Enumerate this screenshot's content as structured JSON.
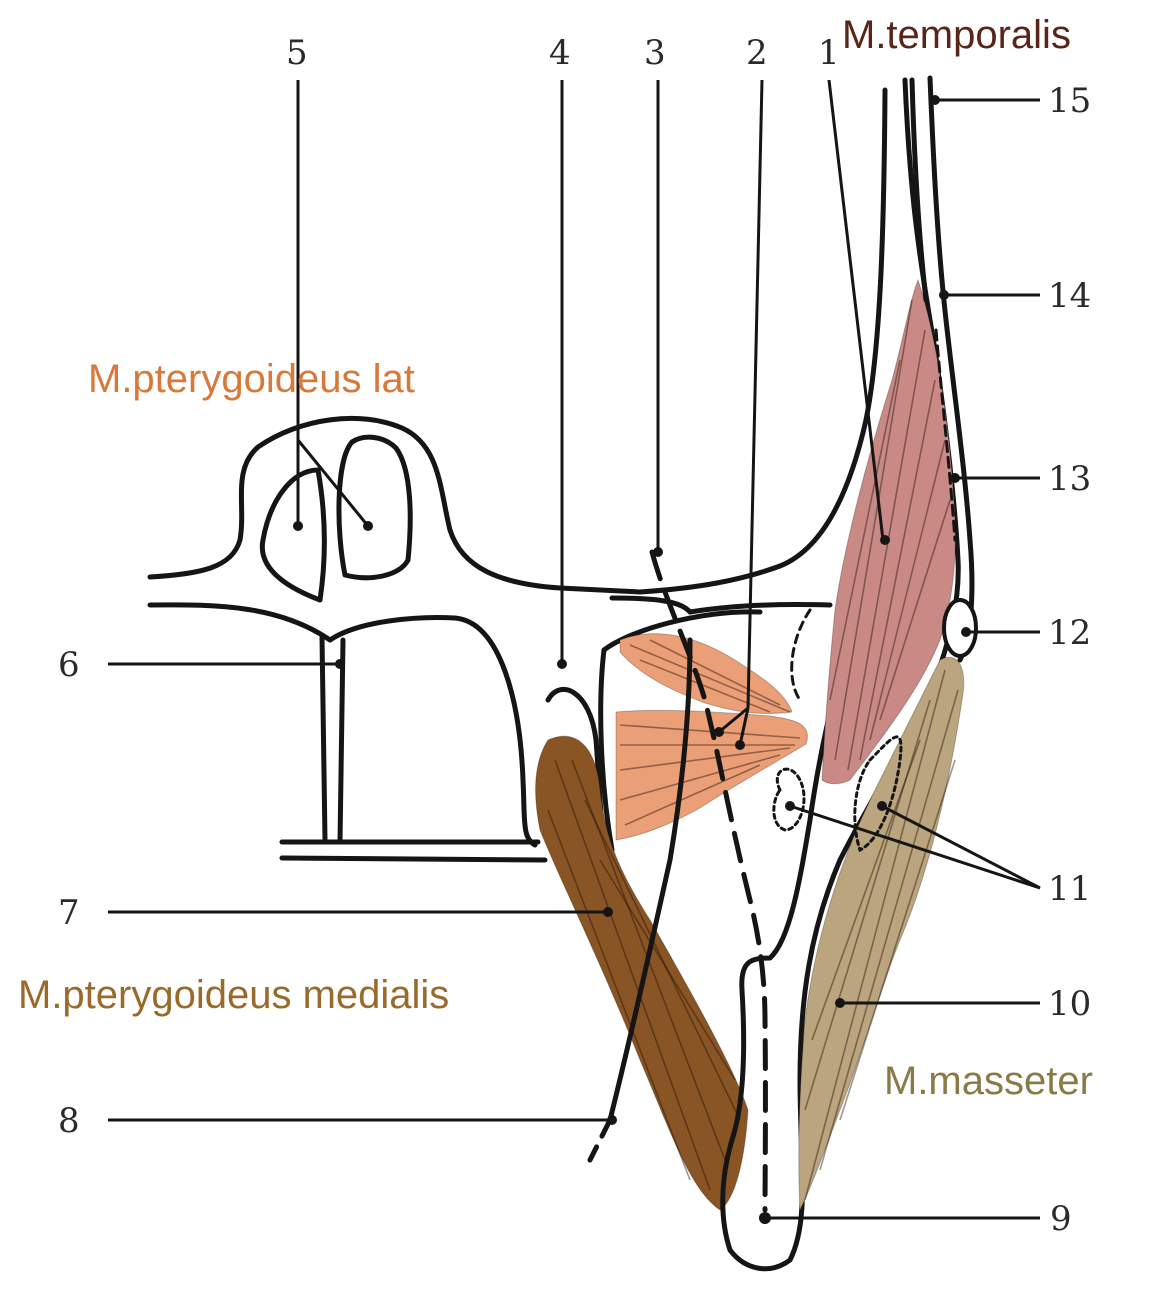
{
  "numbers": {
    "n1": "1",
    "n2": "2",
    "n3": "3",
    "n4": "4",
    "n5": "5",
    "n6": "6",
    "n7": "7",
    "n8": "8",
    "n9": "9",
    "n10": "10",
    "n11": "11",
    "n12": "12",
    "n13": "13",
    "n14": "14",
    "n15": "15"
  },
  "muscles": {
    "temporalis": {
      "label": "M.temporalis",
      "color": "#5a2418",
      "fill": "#c98a86"
    },
    "pterygoideus_lat": {
      "label": "M.pterygoideus lat",
      "color": "#d8783a",
      "fill": "#eb9f77"
    },
    "pterygoideus_medialis": {
      "label": "M.pterygoideus medialis",
      "color": "#9a6a2a",
      "fill": "#8a5525"
    },
    "masseter": {
      "label": "M.masseter",
      "color": "#8a7a48",
      "fill": "#bba57e"
    }
  }
}
